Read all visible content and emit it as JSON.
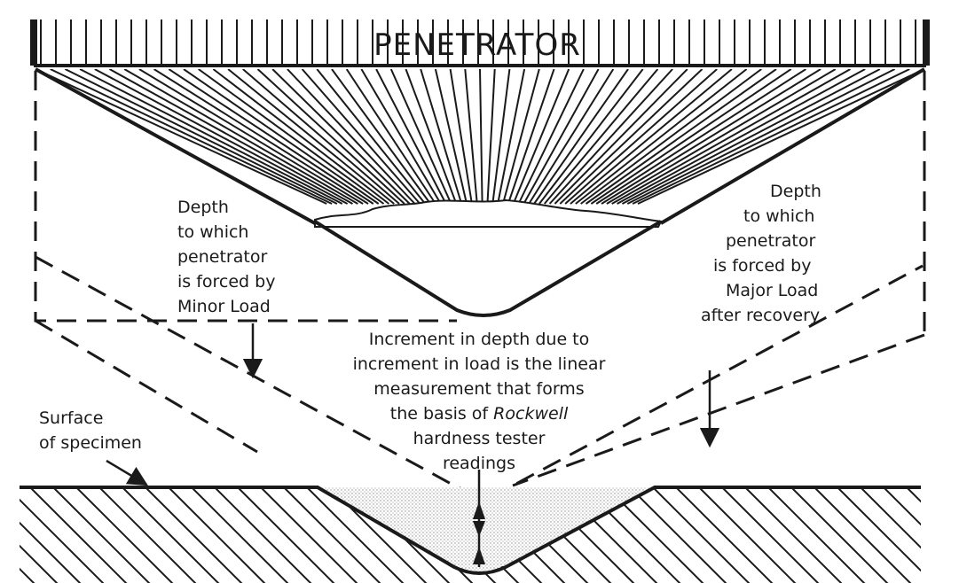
{
  "title": "PENETRATOR",
  "labels": {
    "minor_load": [
      "Depth",
      "to which",
      "penetrator",
      "is forced by",
      "Minor Load"
    ],
    "major_load": [
      "Depth",
      "to which",
      "penetrator",
      "is forced by",
      "Major Load",
      "after recovery"
    ],
    "increment": {
      "line1": "Increment in depth due to",
      "line2": "increment in load is the linear",
      "line3": "measurement that forms",
      "line4_prefix": "the basis of ",
      "line4_italic": "Rockwell",
      "line5": "hardness tester",
      "line6": "readings"
    },
    "surface": [
      "Surface",
      "of specimen"
    ]
  },
  "colors": {
    "ink": "#1a1a1a",
    "paper": "#ffffff",
    "stipple": "#d9d9d9"
  }
}
